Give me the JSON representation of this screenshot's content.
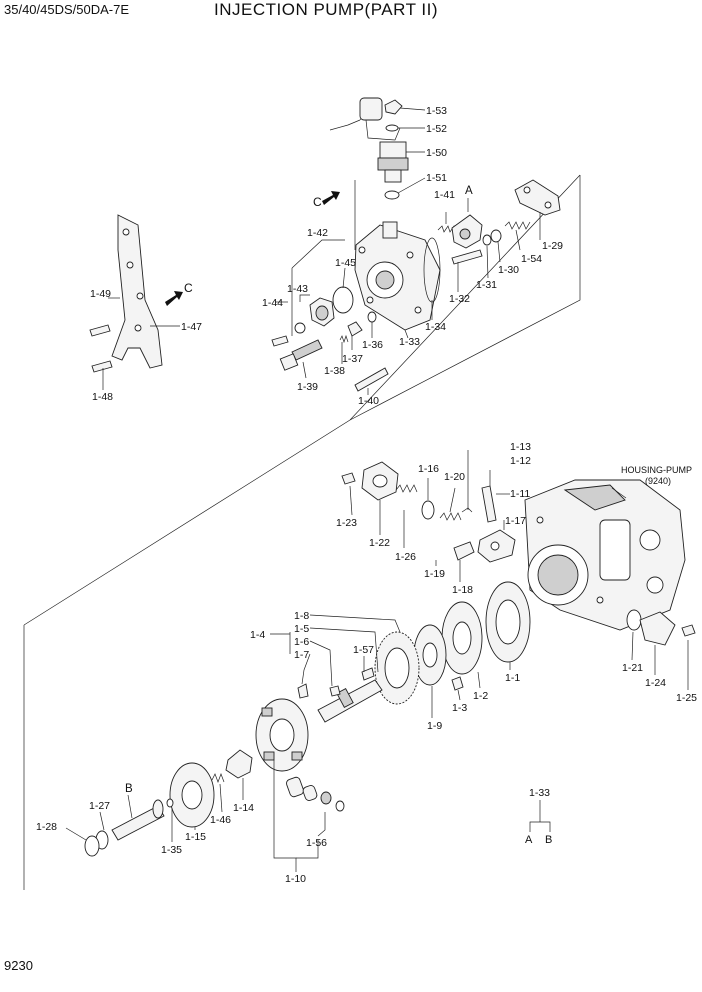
{
  "header": {
    "model": "35/40/45DS/50DA-7E",
    "title": "INJECTION PUMP(PART II)"
  },
  "footer": {
    "page_number": "9230"
  },
  "callouts": {
    "p1_53": "1-53",
    "p1_52": "1-52",
    "p1_50": "1-50",
    "p1_51": "1-51",
    "p1_41": "1-41",
    "A_top": "A",
    "C_top": "C",
    "p1_42": "1-42",
    "p1_45": "1-45",
    "p1_43": "1-43",
    "p1_44": "1-44",
    "p1_29": "1-29",
    "p1_54": "1-54",
    "p1_30": "1-30",
    "p1_31": "1-31",
    "p1_32": "1-32",
    "p1_34": "1-34",
    "p1_33": "1-33",
    "p1_36": "1-36",
    "p1_37": "1-37",
    "p1_38": "1-38",
    "p1_39": "1-39",
    "p1_40": "1-40",
    "C_side": "C",
    "p1_49": "1-49",
    "p1_47": "1-47",
    "p1_48": "1-48",
    "p1_13": "1-13",
    "p1_12": "1-12",
    "p1_16": "1-16",
    "p1_20": "1-20",
    "p1_11": "1-11",
    "p1_17": "1-17",
    "p1_23": "1-23",
    "p1_22": "1-22",
    "p1_26": "1-26",
    "p1_19": "1-19",
    "p1_18": "1-18",
    "housing_label": "HOUSING-PUMP",
    "housing_ref": "(9240)",
    "p1_8": "1-8",
    "p1_5": "1-5",
    "p1_4": "1-4",
    "p1_6": "1-6",
    "p1_7": "1-7",
    "p1_57": "1-57",
    "p1_9": "1-9",
    "p1_3": "1-3",
    "p1_2": "1-2",
    "p1_1": "1-1",
    "p1_21": "1-21",
    "p1_24": "1-24",
    "p1_25": "1-25",
    "p1_14": "1-14",
    "p1_46": "1-46",
    "B_bottom": "B",
    "p1_27": "1-27",
    "p1_28": "1-28",
    "p1_35": "1-35",
    "p1_15": "1-15",
    "p1_56": "1-56",
    "p1_10": "1-10",
    "ref_1_33": "1-33",
    "ref_A": "A",
    "ref_B": "B"
  }
}
